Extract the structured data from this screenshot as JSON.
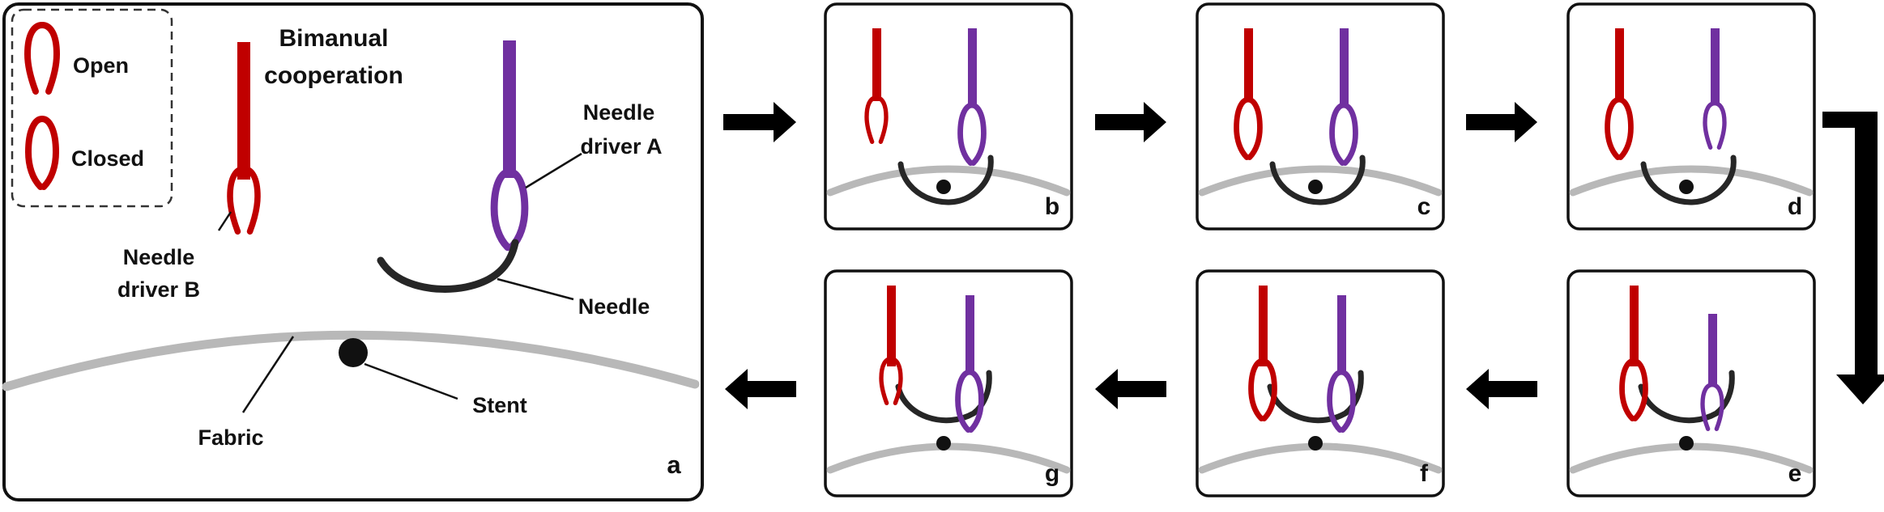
{
  "colors": {
    "driver_b": "#c00000",
    "driver_a": "#7030a0",
    "needle": "#262626",
    "fabric": "#b8b8b8",
    "stent": "#111111",
    "frame": "#111111",
    "arrow": "#000000"
  },
  "legend": {
    "open_label": "Open",
    "closed_label": "Closed"
  },
  "main_panel": {
    "title_line1": "Bimanual",
    "title_line2": "cooperation",
    "driver_a_line1": "Needle",
    "driver_a_line2": "driver A",
    "driver_b_line1": "Needle",
    "driver_b_line2": "driver B",
    "needle_label": "Needle",
    "stent_label": "Stent",
    "fabric_label": "Fabric",
    "panel_letter": "a"
  },
  "steps": [
    {
      "letter": "b",
      "driver_b": "open",
      "driver_a": "closed",
      "needle_holder": "A",
      "needle_state": "piercing"
    },
    {
      "letter": "c",
      "driver_b": "closed",
      "driver_a": "closed",
      "needle_holder": "both",
      "needle_state": "piercing"
    },
    {
      "letter": "d",
      "driver_b": "closed",
      "driver_a": "open",
      "needle_holder": "B",
      "needle_state": "piercing"
    },
    {
      "letter": "e",
      "driver_b": "closed",
      "driver_a": "open",
      "needle_holder": "B",
      "needle_state": "extracted"
    },
    {
      "letter": "f",
      "driver_b": "closed",
      "driver_a": "closed",
      "needle_holder": "both",
      "needle_state": "extracted"
    },
    {
      "letter": "g",
      "driver_b": "open",
      "driver_a": "closed",
      "needle_holder": "A",
      "needle_state": "extracted"
    }
  ]
}
